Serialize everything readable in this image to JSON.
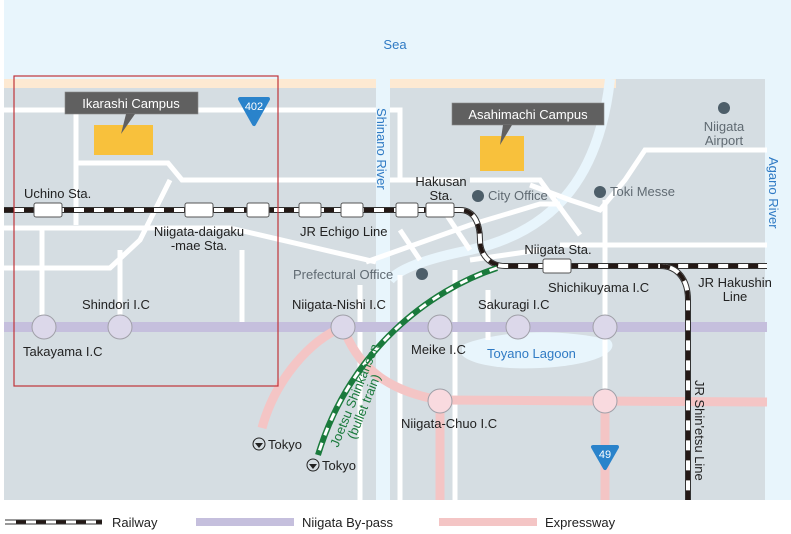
{
  "map": {
    "water_labels": {
      "sea": "Sea",
      "shinano_river": "Shinano River",
      "agano_river": "Agano River",
      "toyano_lagoon": "Toyano Lagoon"
    },
    "campuses": [
      {
        "name": "Ikarashi Campus"
      },
      {
        "name": "Asahimachi Campus"
      }
    ],
    "landmarks": {
      "airport": [
        "Niigata",
        "Airport"
      ],
      "city_office": "City Office",
      "toki_messe": "Toki Messe",
      "prefectural_office": "Prefectural Office"
    },
    "stations": {
      "uchino": "Uchino Sta.",
      "daigakumae": [
        "Niigata-daigaku",
        "-mae Sta."
      ],
      "hakusan": [
        "Hakusan",
        "Sta."
      ],
      "niigata": "Niigata Sta."
    },
    "lines": {
      "echigo": "JR Echigo Line",
      "hakushin": [
        "JR Hakushin",
        "Line"
      ],
      "shinetsu": "JR Shin'etsu Line",
      "shinkansen": [
        "Joetsu Shinkansen",
        "(bullet train)"
      ]
    },
    "interchanges": {
      "shindori": "Shindori I.C",
      "takayama": "Takayama I.C",
      "niigata_nishi": "Niigata-Nishi I.C",
      "meike": "Meike I.C",
      "sakuragi": "Sakuragi I.C",
      "shichikuyama": "Shichikuyama I.C",
      "niigata_chuo": "Niigata-Chuo I.C"
    },
    "route_shields": {
      "r402": "402",
      "r49": "49"
    },
    "direction_labels": {
      "tokyo_expressway": "Tokyo",
      "tokyo_shinkansen": "Tokyo"
    }
  },
  "legend": {
    "railway": "Railway",
    "bypass": "Niigata By-pass",
    "expressway": "Expressway"
  },
  "colors": {
    "sea": "#e8f5fc",
    "land": "#d5dde2",
    "beach": "#fde9d2",
    "road": "#ffffff",
    "bypass": "#c5bfdd",
    "expressway": "#f4c5c5",
    "campus": "#f8c13c",
    "callout": "#606060",
    "shield": "#2a83cb",
    "shinkansen": "#1a7a3c",
    "highlight_box": "#c0343a",
    "water_text": "#2f7ac4"
  }
}
